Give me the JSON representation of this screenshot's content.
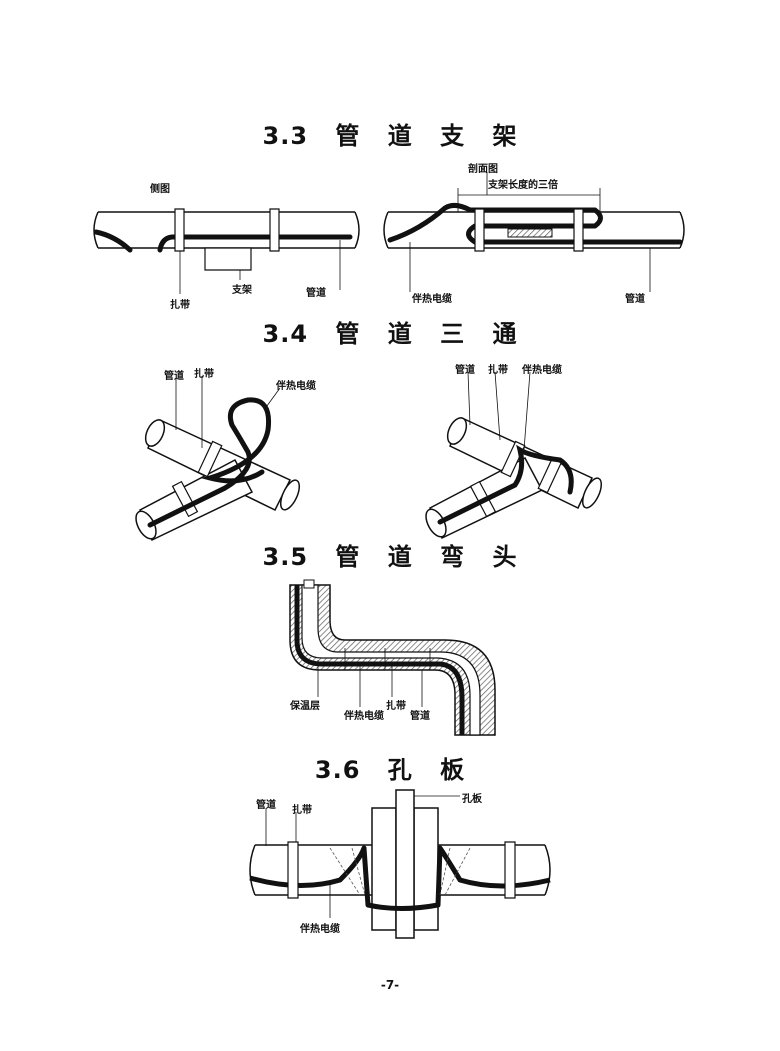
{
  "sections": {
    "s33": {
      "title": "3.3 管 道 支 架",
      "side_view": "侧图",
      "tie": "扎带",
      "support": "支架",
      "pipe": "管道",
      "section_view": "剖面图",
      "support_length": "支架长度的三倍",
      "cable": "伴热电缆",
      "pipe_right": "管道"
    },
    "s34": {
      "title": "3.4 管 道 三 通",
      "left": {
        "pipe": "管道",
        "tie": "扎带",
        "cable": "伴热电缆"
      },
      "right": {
        "pipe": "管道",
        "tie": "扎带",
        "cable": "伴热电缆"
      }
    },
    "s35": {
      "title": "3.5 管 道 弯 头",
      "insulation": "保温层",
      "cable": "伴热电缆",
      "tie": "扎带",
      "pipe": "管道"
    },
    "s36": {
      "title": "3.6 孔   板",
      "pipe": "管道",
      "tie": "扎带",
      "orifice": "孔板",
      "cable": "伴热电缆"
    }
  },
  "page_number": "-7-",
  "colors": {
    "ink": "#111111",
    "cable": "#1a1a1a",
    "hatch": "#888888",
    "pipe_fill": "#ffffff"
  }
}
